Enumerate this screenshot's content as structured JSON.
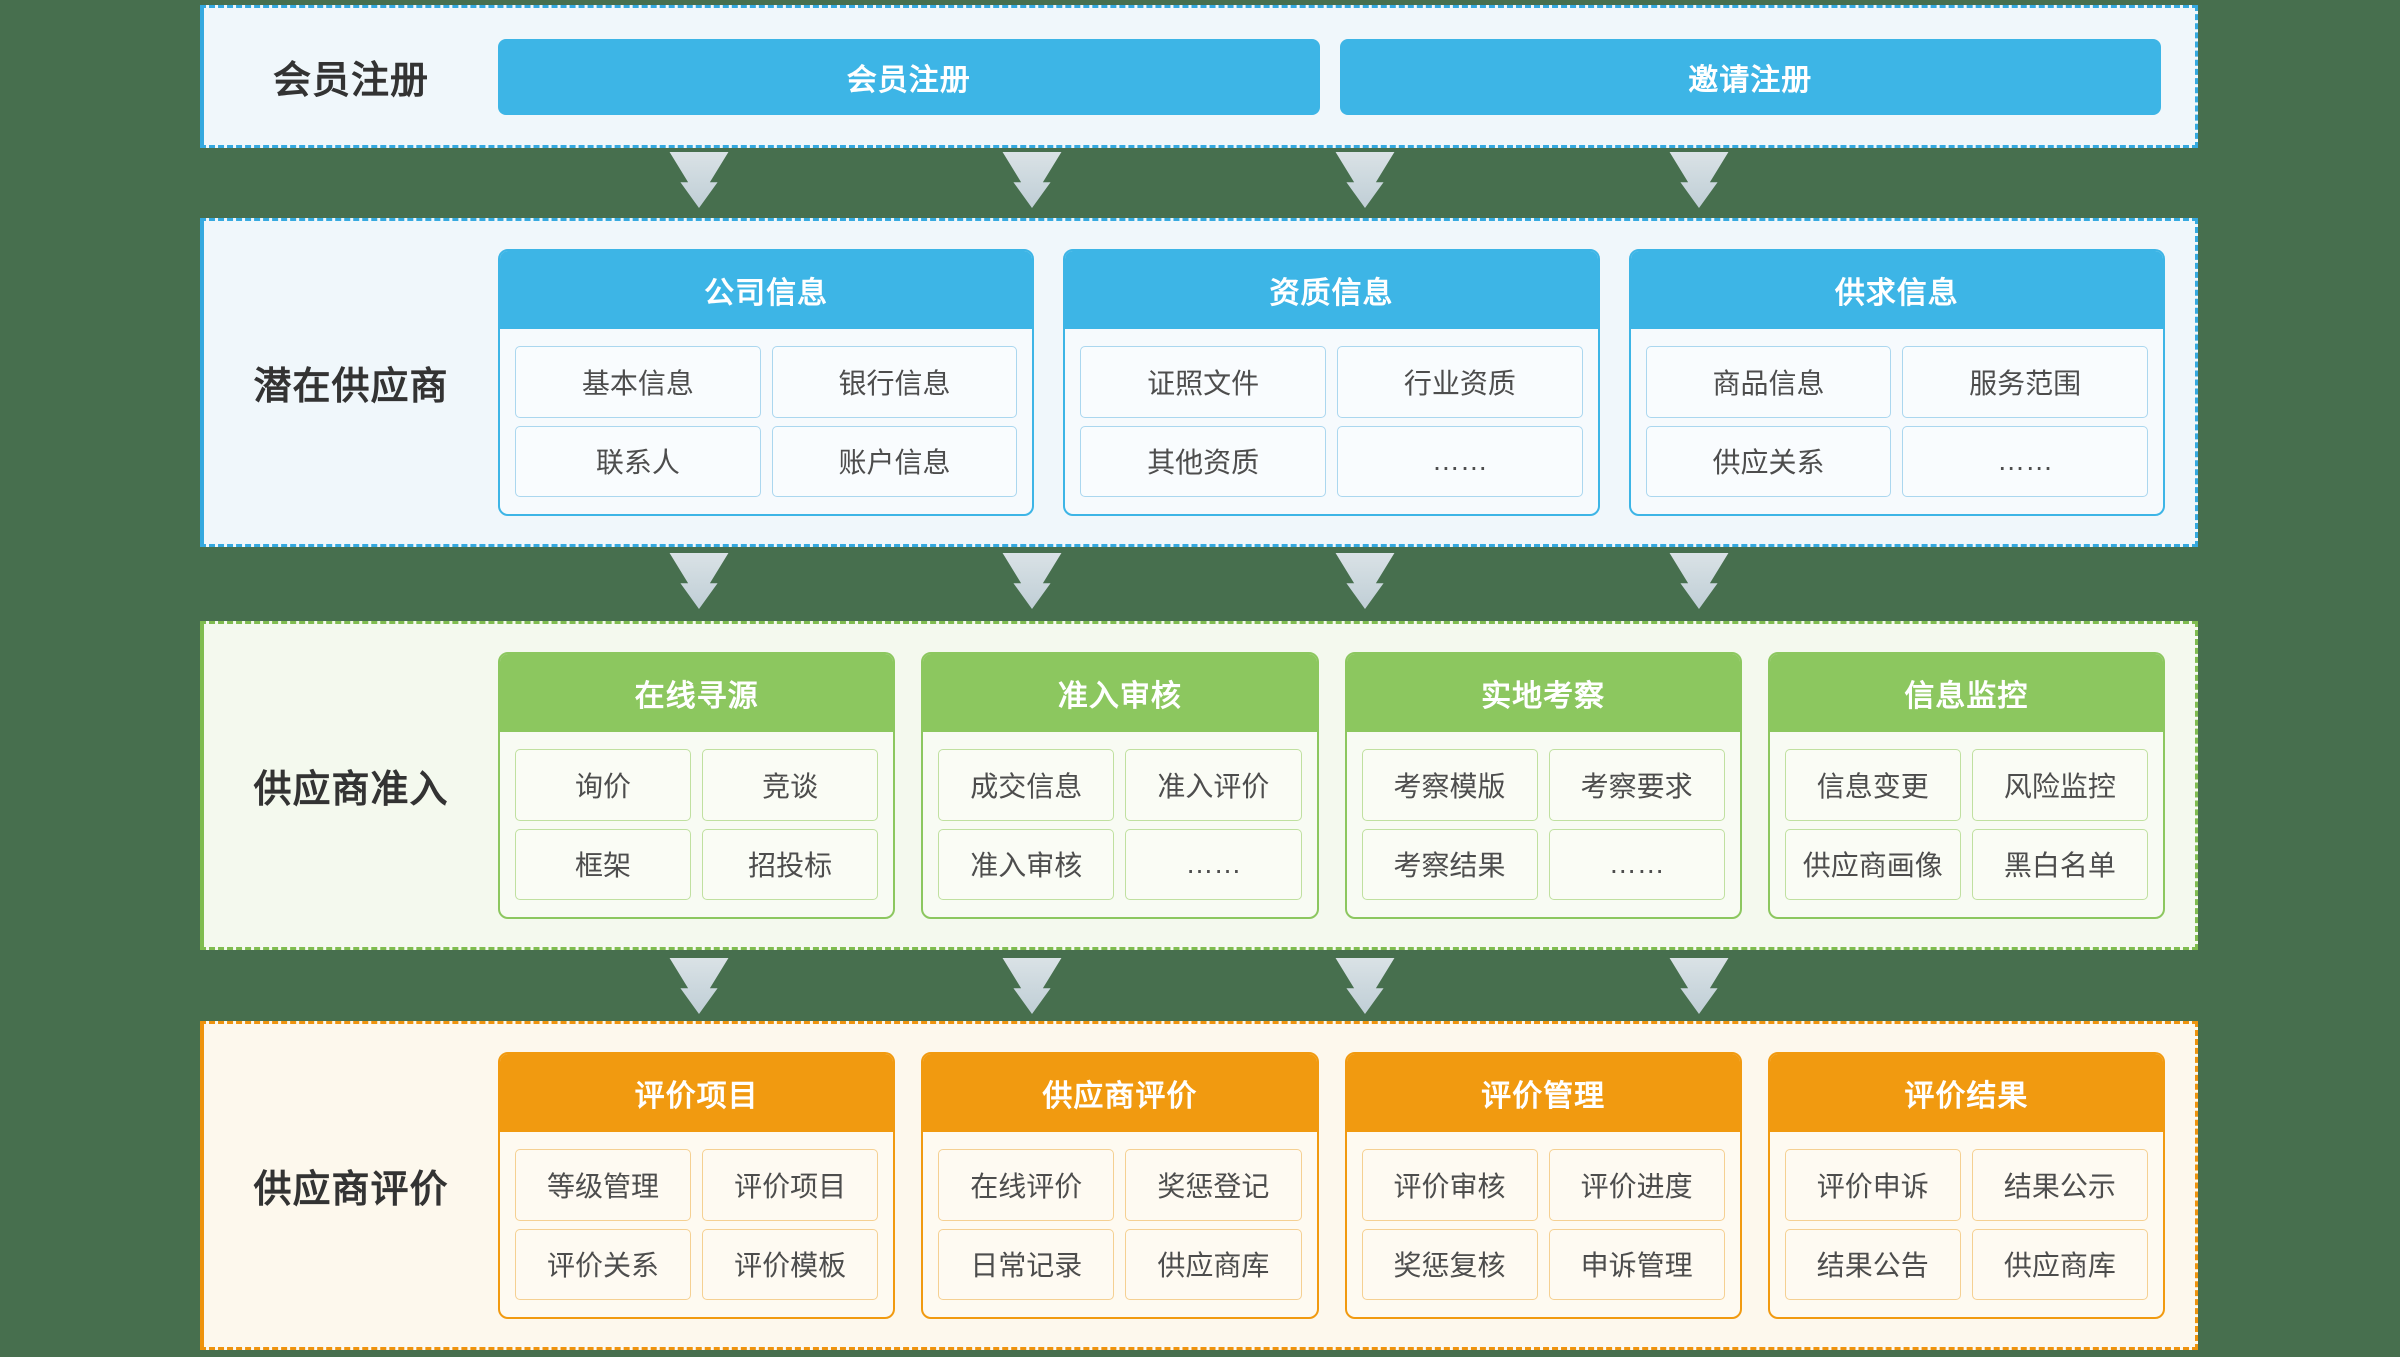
{
  "colors": {
    "page_background": "#476F4E",
    "blue_accent": "#3DB5E6",
    "blue_dashed_border": "#35A9DF",
    "green_accent": "#8CC75F",
    "green_dashed_border": "#7FBC4F",
    "orange_accent": "#F19A10",
    "orange_dashed_border": "#EE930D",
    "arrow_fill": "#CBD7DD"
  },
  "sections": [
    {
      "label": "会员注册",
      "theme": "blue",
      "buttons": [
        {
          "label": "会员注册"
        },
        {
          "label": "邀请注册"
        }
      ]
    },
    {
      "label": "潜在供应商",
      "theme": "blue",
      "cards": [
        {
          "title": "公司信息",
          "items": [
            "基本信息",
            "银行信息",
            "联系人",
            "账户信息"
          ]
        },
        {
          "title": "资质信息",
          "items": [
            "证照文件",
            "行业资质",
            "其他资质",
            "……"
          ]
        },
        {
          "title": "供求信息",
          "items": [
            "商品信息",
            "服务范围",
            "供应关系",
            "……"
          ]
        }
      ]
    },
    {
      "label": "供应商准入",
      "theme": "green",
      "cards": [
        {
          "title": "在线寻源",
          "items": [
            "询价",
            "竞谈",
            "框架",
            "招投标"
          ]
        },
        {
          "title": "准入审核",
          "items": [
            "成交信息",
            "准入评价",
            "准入审核",
            "……"
          ]
        },
        {
          "title": "实地考察",
          "items": [
            "考察模版",
            "考察要求",
            "考察结果",
            "……"
          ]
        },
        {
          "title": "信息监控",
          "items": [
            "信息变更",
            "风险监控",
            "供应商画像",
            "黑白名单"
          ]
        }
      ]
    },
    {
      "label": "供应商评价",
      "theme": "orange",
      "cards": [
        {
          "title": "评价项目",
          "items": [
            "等级管理",
            "评价项目",
            "评价关系",
            "评价模板"
          ]
        },
        {
          "title": "供应商评价",
          "items": [
            "在线评价",
            "奖惩登记",
            "日常记录",
            "供应商库"
          ]
        },
        {
          "title": "评价管理",
          "items": [
            "评价审核",
            "评价进度",
            "奖惩复核",
            "申诉管理"
          ]
        },
        {
          "title": "评价结果",
          "items": [
            "评价申诉",
            "结果公示",
            "结果公告",
            "供应商库"
          ]
        }
      ]
    }
  ]
}
